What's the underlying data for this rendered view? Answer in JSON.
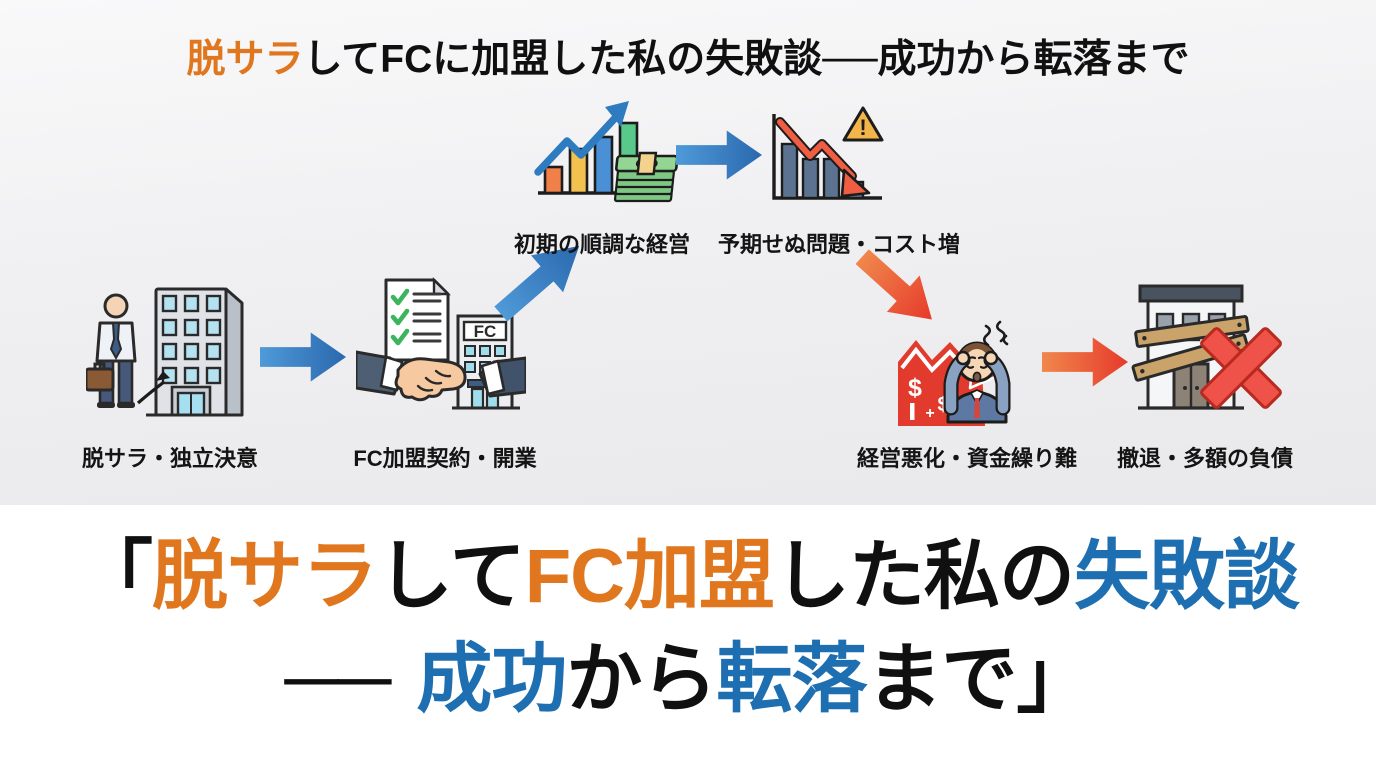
{
  "title": {
    "segments": [
      {
        "text": "脱サラ",
        "color": "orange"
      },
      {
        "text": "してFCに加盟した私の失敗談──成功から転落まで",
        "color": "black"
      }
    ]
  },
  "flow": {
    "stages": [
      {
        "label": "脱サラ・独立決意",
        "icon": "businessman-office-building-icon"
      },
      {
        "label": "FC加盟契約・開業",
        "icon": "contract-handshake-fc-building-icon"
      },
      {
        "label": "初期の順調な経営",
        "icon": "growth-chart-money-icon"
      },
      {
        "label": "予期せぬ問題・コスト増",
        "icon": "declining-chart-warning-icon"
      },
      {
        "label": "経営悪化・資金繰り難",
        "icon": "money-loss-stressed-man-icon"
      },
      {
        "label": "撤退・多額の負債",
        "icon": "closed-store-red-x-icon"
      }
    ],
    "arrows": [
      {
        "name": "arrow-1",
        "direction": "right",
        "color": "blue"
      },
      {
        "name": "arrow-2",
        "direction": "up-right",
        "color": "blue"
      },
      {
        "name": "arrow-3",
        "direction": "right",
        "color": "blue"
      },
      {
        "name": "arrow-4",
        "direction": "down-right",
        "color": "red"
      },
      {
        "name": "arrow-5",
        "direction": "right",
        "color": "red"
      }
    ],
    "fc_sign": "FC",
    "dollar": "$",
    "plus": "+",
    "exclamation": "!"
  },
  "headline": {
    "line1": [
      {
        "text": "「",
        "color": "black"
      },
      {
        "text": "脱サラ",
        "color": "orange"
      },
      {
        "text": "して",
        "color": "black"
      },
      {
        "text": "FC加盟",
        "color": "orange"
      },
      {
        "text": "した私の",
        "color": "black"
      },
      {
        "text": "失敗談",
        "color": "blue"
      }
    ],
    "line2": [
      {
        "text": "──",
        "color": "black"
      },
      {
        "text": "成功",
        "color": "blue"
      },
      {
        "text": "から",
        "color": "black"
      },
      {
        "text": "転落",
        "color": "blue"
      },
      {
        "text": "まで」",
        "color": "black"
      }
    ]
  },
  "colors": {
    "accent_orange": "#e0771e",
    "accent_blue": "#1e6fb2",
    "text_black": "#101010",
    "arrow_blue": "#2a68ae",
    "arrow_red": "#e63a2b",
    "bg_top": "#eeeef1",
    "bg_bottom": "#ffffff"
  }
}
